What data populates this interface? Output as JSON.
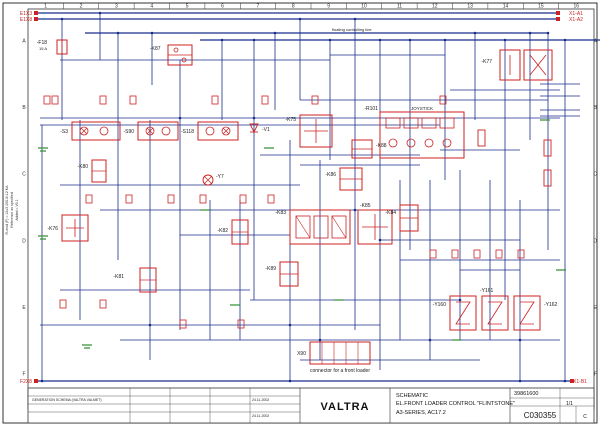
{
  "sheet": {
    "columns": [
      "1",
      "2",
      "3",
      "4",
      "5",
      "6",
      "7",
      "8",
      "9",
      "10",
      "11",
      "12",
      "13",
      "14",
      "15",
      "16"
    ],
    "rows": [
      "A",
      "B",
      "C",
      "D",
      "E",
      "F"
    ],
    "colors": {
      "wire": "#1a2d8c",
      "component": "#cc2222",
      "ground": "#2e8b2e",
      "border": "#333333"
    }
  },
  "rails": {
    "top_left_1": "E1X3",
    "top_left_2": "E1X8",
    "top_right_1": "X1-A1",
    "top_right_2": "X1-A2",
    "bottom_left": "F2X8",
    "bottom_right": "X1-B1"
  },
  "components": {
    "f18": "-F18",
    "f18_rating": "15 A",
    "k87": "-K87",
    "k77": "-K77",
    "k76": "-K76",
    "k75": "-K75",
    "k80": "-K80",
    "k81": "-K81",
    "k82": "-K82",
    "k83": "-K83",
    "k84": "-K84",
    "k85": "-K85",
    "k86": "-K86",
    "k88": "-K88",
    "k89": "-K89",
    "s3": "-S3",
    "s90": "-S90",
    "s118": "-S118",
    "v1": "-V1",
    "y7": "-Y7",
    "r101": "-R101",
    "joystick": "JOYSTICK",
    "y160": "-Y160",
    "y161": "-Y161",
    "y162": "-Y162",
    "x90": "X90"
  },
  "labels": {
    "floating_control": "floating controlling line",
    "front_loader_note": "connector for a front loader"
  },
  "left_notes": [
    "R-mod (F) = 12x3 /2013/-12 KA",
    "Reference as specified",
    "Added = V0.1"
  ],
  "title_block": {
    "brand": "VALTRA",
    "doc_type": "SCHEMATIC",
    "title": "EL.FRONT LOADER CONTROL \"FLINTSTONE\"",
    "series": "A3-SERIES, AC17.2",
    "doc_number": "39861600",
    "sheet": "1/1",
    "drawing_id": "C030355",
    "revision": "C",
    "description": "GENERATION SCHEMA (VALTRA VALMET)",
    "date_1": "24.11.2002",
    "date_2": "24.11.2002"
  }
}
